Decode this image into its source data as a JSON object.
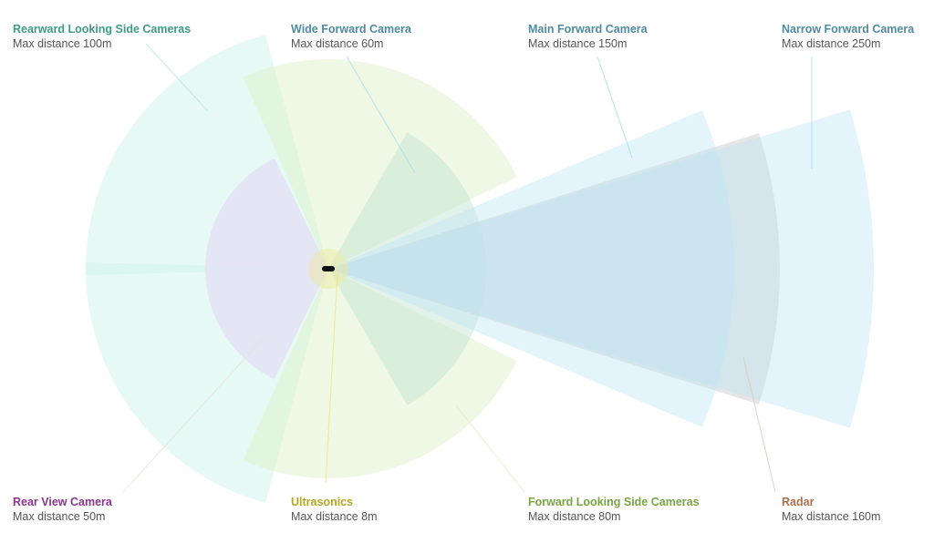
{
  "title": "Sensor coverage",
  "sensors": [
    {
      "id": "rearward",
      "name": "Rearward Looking Side Cameras",
      "range": "Max distance 100m",
      "color": "#3f9c84"
    },
    {
      "id": "wide",
      "name": "Wide Forward Camera",
      "range": "Max distance 60m",
      "color": "#4f8aa3"
    },
    {
      "id": "main",
      "name": "Main Forward Camera",
      "range": "Max distance 150m",
      "color": "#4f8aa3"
    },
    {
      "id": "narrow",
      "name": "Narrow Forward Camera",
      "range": "Max distance 250m",
      "color": "#4f8aa3"
    },
    {
      "id": "rearview",
      "name": "Rear View Camera",
      "range": "Max distance 50m",
      "color": "#8b3590"
    },
    {
      "id": "ultra",
      "name": "Ultrasonics",
      "range": "Max distance 8m",
      "color": "#b3a81f"
    },
    {
      "id": "fwdside",
      "name": "Forward Looking Side Cameras",
      "range": "Max distance 80m",
      "color": "#78a443"
    },
    {
      "id": "radar",
      "name": "Radar",
      "range": "Max distance 160m",
      "color": "#b06d4a"
    }
  ]
}
